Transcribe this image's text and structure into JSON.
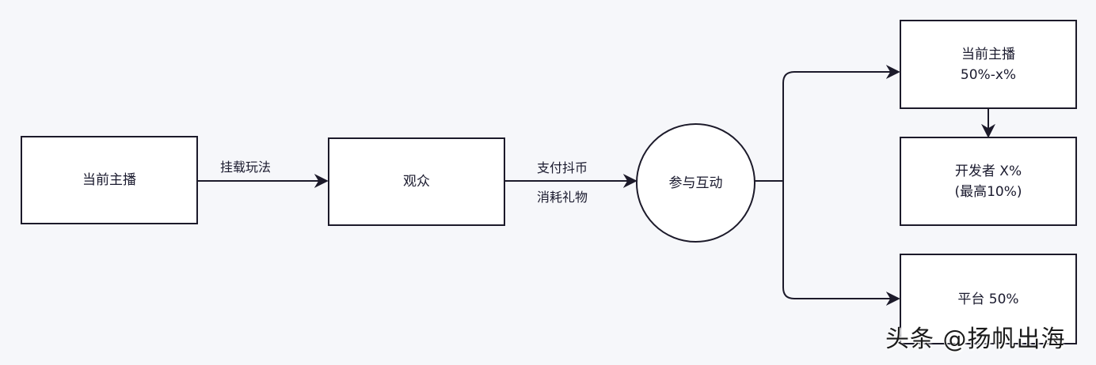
{
  "diagram": {
    "title": "",
    "colors": {
      "background": "#f6f7fa",
      "stroke": "#1c1a2a",
      "node_fill": "#ffffff"
    },
    "nodes": {
      "streamer": {
        "label": "当前主播"
      },
      "audience": {
        "label": "观众"
      },
      "interact": {
        "label": "参与互动",
        "shape": "circle"
      },
      "streamer_share": {
        "line1": "当前主播",
        "line2": "50%-x%"
      },
      "developer_share": {
        "line1": "开发者 X%",
        "line2": "(最高10%)"
      },
      "platform_share": {
        "label": "平台 50%"
      }
    },
    "edges": {
      "streamer_to_audience": {
        "label": "挂载玩法"
      },
      "audience_to_interact": {
        "line1": "支付抖币",
        "line2": "消耗礼物"
      },
      "interact_to_streamer_share": {
        "label": ""
      },
      "streamer_share_to_developer": {
        "label": ""
      },
      "interact_to_platform": {
        "label": ""
      }
    }
  },
  "watermark": {
    "text": "头条 @扬帆出海"
  }
}
